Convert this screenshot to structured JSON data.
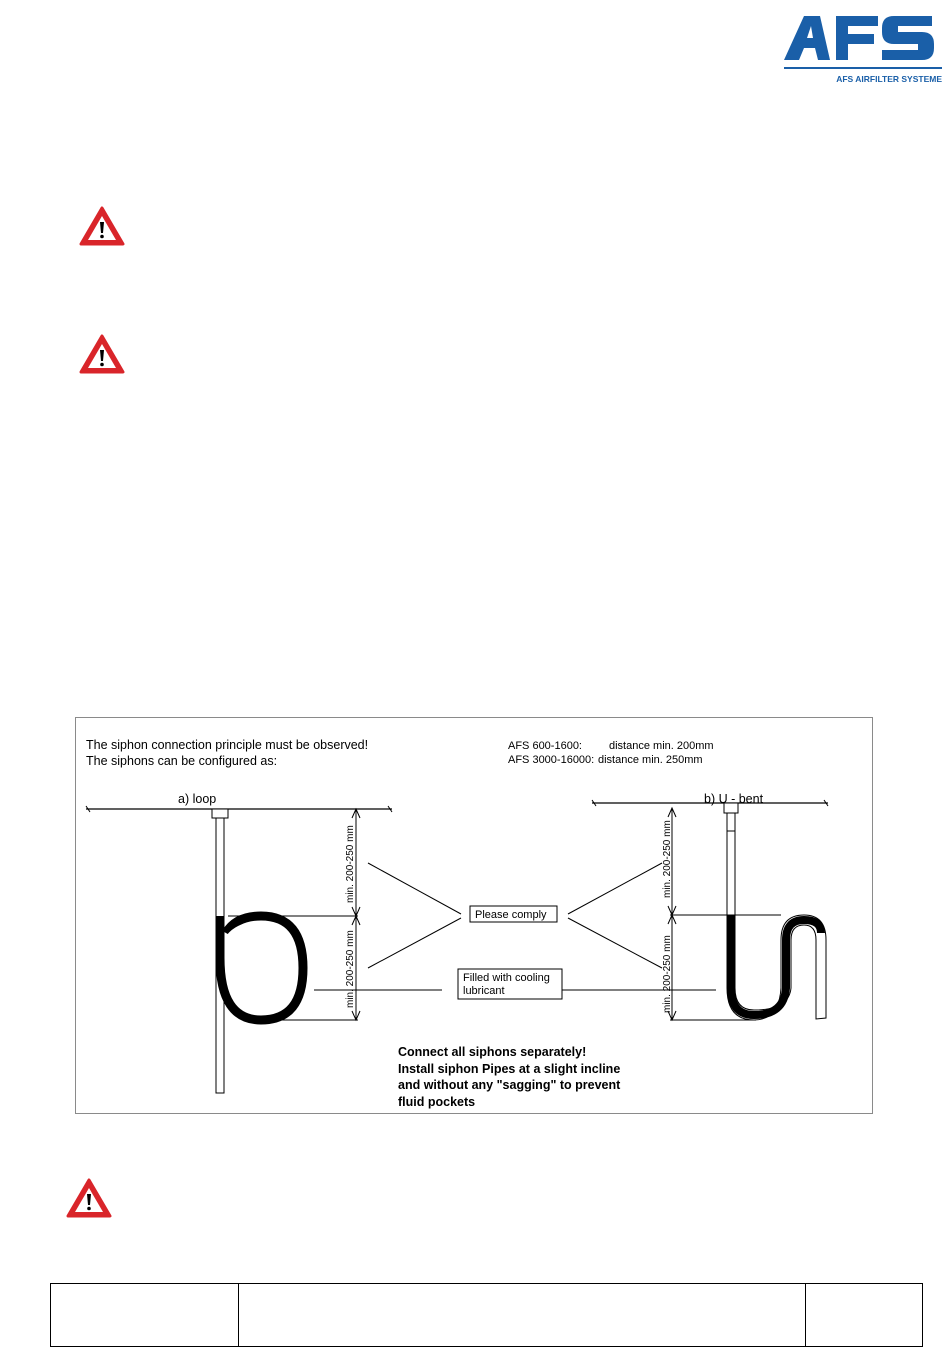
{
  "logo": {
    "letters": "AFS",
    "tagline": "AFS AIRFILTER SYSTEME",
    "brand_color": "#1a5fa8"
  },
  "warning_color": "#d9252a",
  "figure": {
    "intro_line1": "The siphon connection principle must be observed!",
    "intro_line2": "The siphons can be configured as:",
    "spec_line1_model": "AFS 600-1600:",
    "spec_line1_value": "distance min. 200mm",
    "spec_line2_model": "AFS 3000-16000:",
    "spec_line2_value": "distance min. 250mm",
    "loop_label": "a) loop",
    "ubent_label": "b) U - bent",
    "dimension_label": "min. 200-250 mm",
    "comply_label": "Please comply",
    "filled_label_line1": "Filled with cooling",
    "filled_label_line2": "lubricant",
    "note_line1": "Connect all siphons separately!",
    "note_line2": "Install siphon Pipes at a slight incline",
    "note_line3": "and without any \"sagging\" to prevent",
    "note_line4": "fluid pockets"
  }
}
